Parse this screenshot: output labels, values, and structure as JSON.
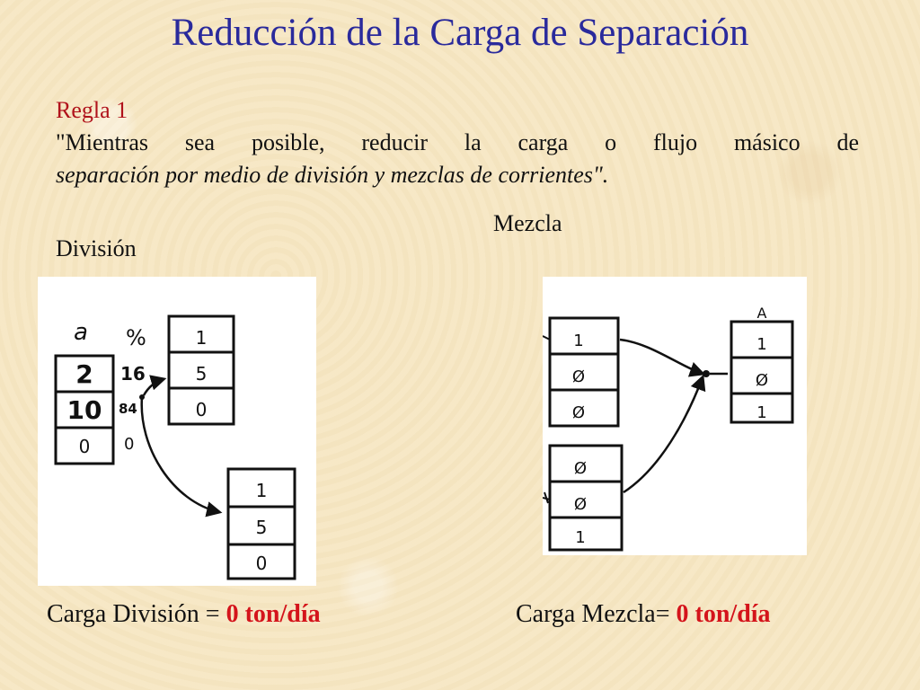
{
  "slide": {
    "title": "Reducción de la Carga de Separación",
    "rule_label": "Regla 1",
    "rule_text_line1": "\"Mientras sea posible, reducir la carga o flujo másico de",
    "rule_text_line2": "separación por medio de división y mezclas de corrientes\".",
    "division_label": "División",
    "mezcla_label": "Mezcla"
  },
  "division_diagram": {
    "col_a_header": "a",
    "col_pct_header": "%",
    "feed_values": [
      "2",
      "10",
      "0"
    ],
    "pct_values": [
      "16",
      "84",
      "0"
    ],
    "top_output": [
      "1",
      "5",
      "0"
    ],
    "bottom_output": [
      "1",
      "5",
      "0"
    ]
  },
  "mezcla_diagram": {
    "output_header": "A",
    "top_input": [
      "1",
      "Ø",
      "Ø"
    ],
    "bottom_input": [
      "Ø",
      "Ø",
      "1"
    ],
    "output": [
      "1",
      "Ø",
      "1"
    ]
  },
  "results": {
    "division_prefix": "Carga División = ",
    "division_value": "0 ton/día",
    "mezcla_prefix": "Carga Mezcla= ",
    "mezcla_value": "0 ton/día"
  }
}
